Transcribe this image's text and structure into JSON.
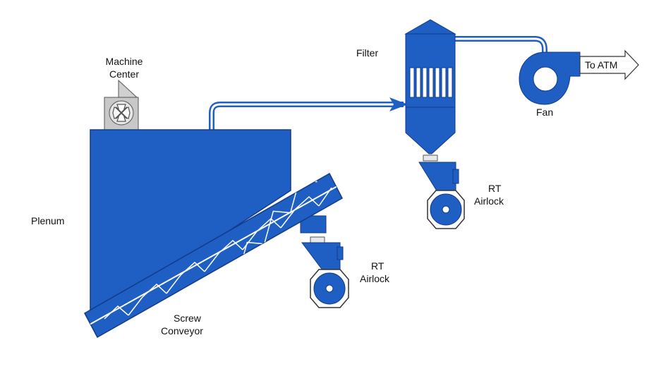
{
  "labels": {
    "machine_center": [
      "Machine",
      "Center"
    ],
    "filter": "Filter",
    "to_atm": "To ATM",
    "fan": "Fan",
    "plenum": "Plenum",
    "screw_conveyor": [
      "Screw",
      "Conveyor"
    ],
    "rt_airlock_top": [
      "RT",
      "Airlock"
    ],
    "rt_airlock_bottom": [
      "RT",
      "Airlock"
    ]
  },
  "colors": {
    "equipment_blue": "#1f5fc4",
    "equipment_outline": "#123b8a",
    "duct_blue": "#2a7fd9",
    "grey": "#c8c8c8",
    "arrow_outline": "#333333"
  }
}
